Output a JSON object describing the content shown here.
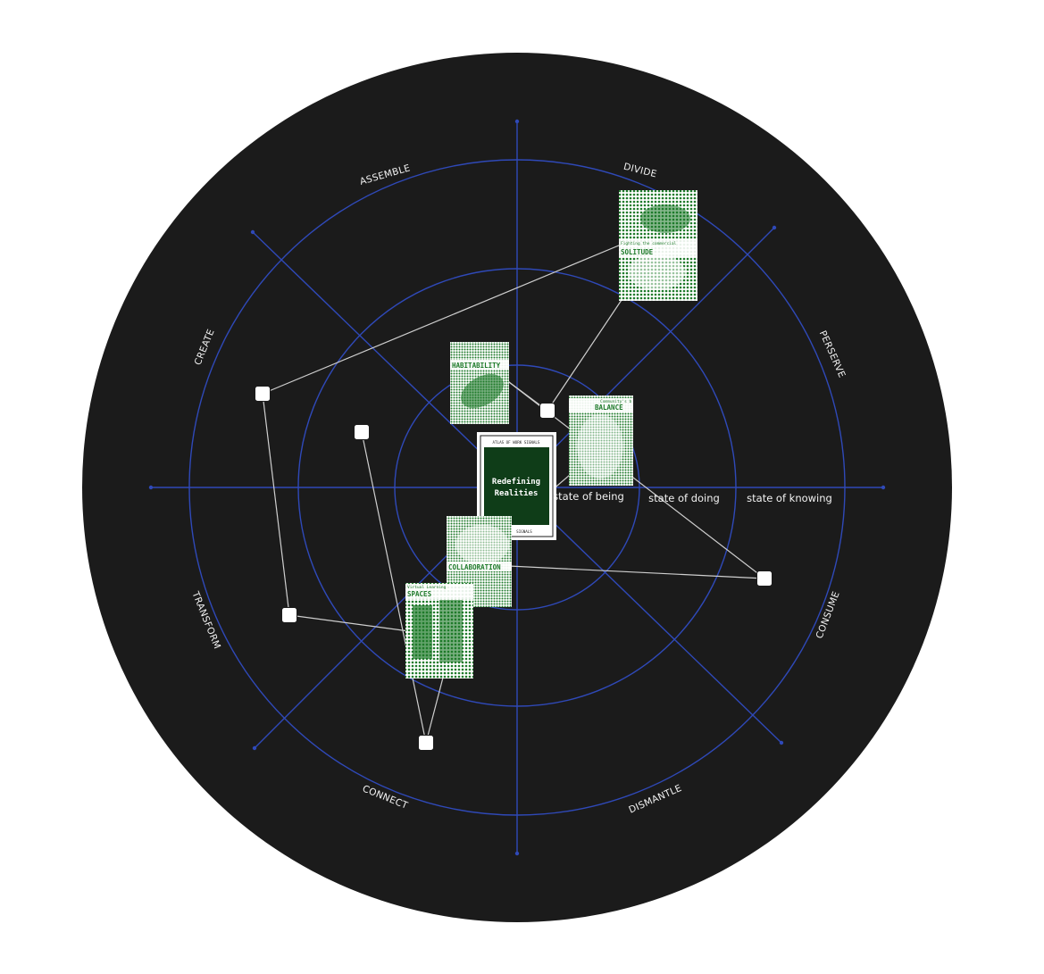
{
  "diagram": {
    "verbs": [
      {
        "label": "DIVIDE",
        "angle": -80
      },
      {
        "label": "PERSERVE",
        "angle": -22
      },
      {
        "label": "CONSUME",
        "angle": 22
      },
      {
        "label": "DISMANTLE",
        "angle": 68
      },
      {
        "label": "CONNECT",
        "angle": 110
      },
      {
        "label": "TRANSFORM",
        "angle": 160
      },
      {
        "label": "CREATE",
        "angle": 205
      },
      {
        "label": "ASSEMBLE",
        "angle": 250
      }
    ],
    "states": [
      "state of being",
      "state of doing",
      "state of knowing"
    ],
    "center_card": {
      "header": "ATLAS OF WORK SIGNALS",
      "title_line1": "Redefining",
      "title_line2": "Realities",
      "footer": "SIGNALS"
    },
    "cards": [
      {
        "key": "solitude",
        "label": "SOLITUDE",
        "sub": "Fighting the commercial"
      },
      {
        "key": "habitability",
        "label": "HABITABILITY",
        "sub": ""
      },
      {
        "key": "balance",
        "label": "BALANCE",
        "sub": "Community's b"
      },
      {
        "key": "collaboration",
        "label": "COLLABORATION",
        "sub": ""
      },
      {
        "key": "spaces",
        "label": "SPACES",
        "sub": "Virtual Learning"
      }
    ],
    "nodes": [
      "node-1",
      "node-2",
      "node-3",
      "node-4",
      "node-5",
      "node-6"
    ],
    "colors": {
      "background": "#1b1b1b",
      "grid": "#2f49b8",
      "card_green": "#1e7a2a",
      "center_card_fill": "#0f3d18",
      "link": "#cfcfcf"
    }
  }
}
